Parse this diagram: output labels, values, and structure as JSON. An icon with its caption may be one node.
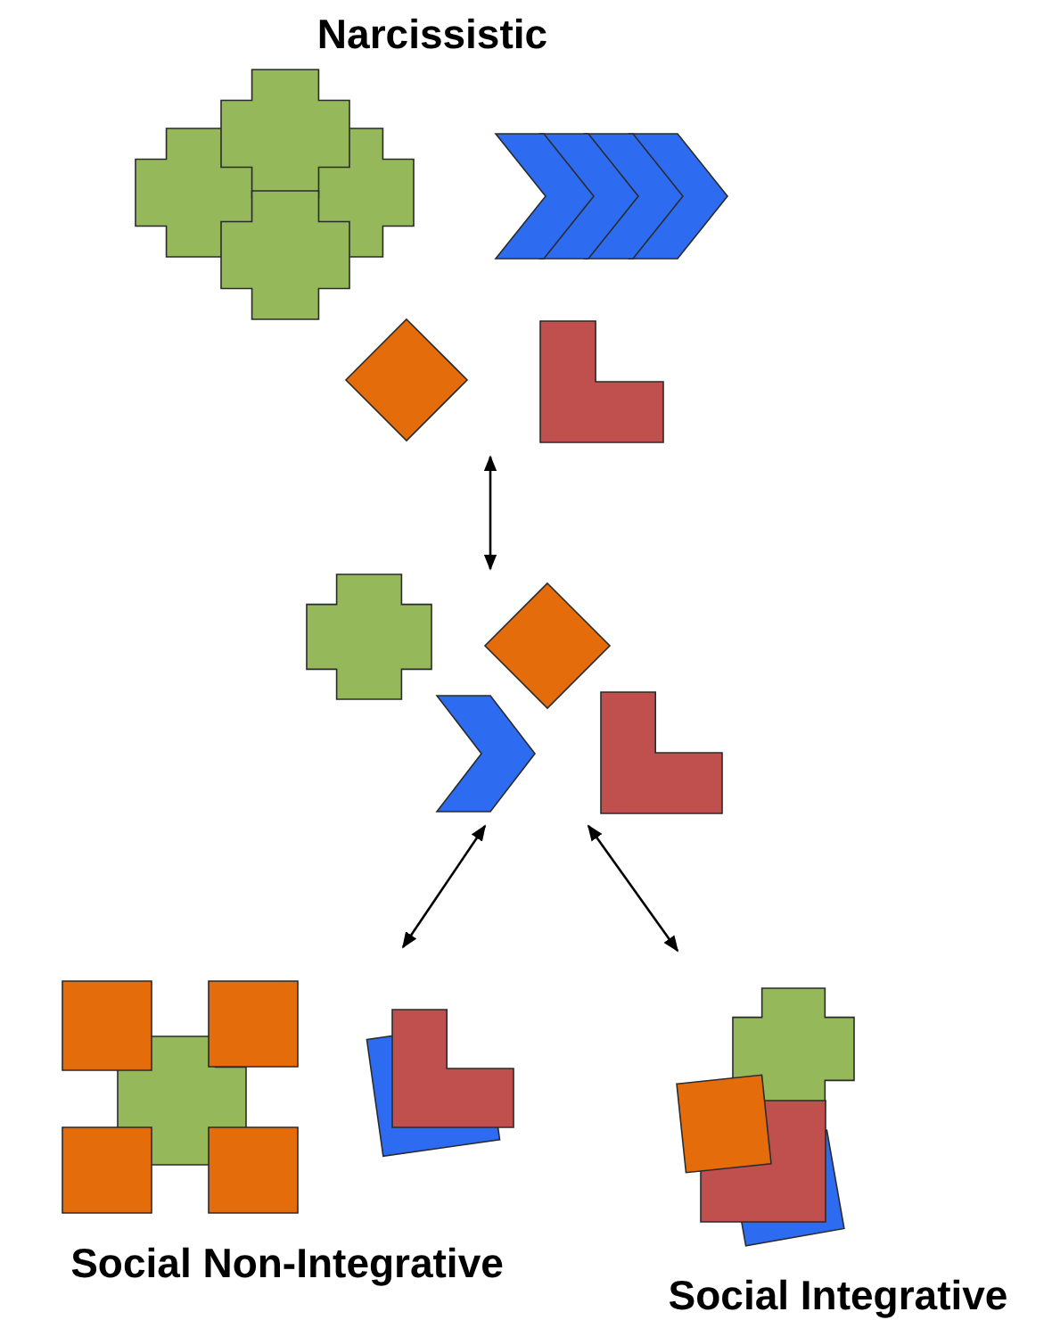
{
  "diagram": {
    "nodes": [
      {
        "text": [
          "Narcissistic"
        ]
      },
      {
        "text": [],
        "shape": "picture"
      },
      {
        "text": [
          "Social Non-Integrative"
        ]
      },
      {
        "text": [
          "Social Integrative"
        ]
      }
    ],
    "edges": [
      {
        "from": 0,
        "to": 1,
        "arrow": "both"
      },
      {
        "from": 1,
        "to": 2,
        "arrow": "both"
      },
      {
        "from": 1,
        "to": 3,
        "arrow": "both"
      }
    ]
  }
}
